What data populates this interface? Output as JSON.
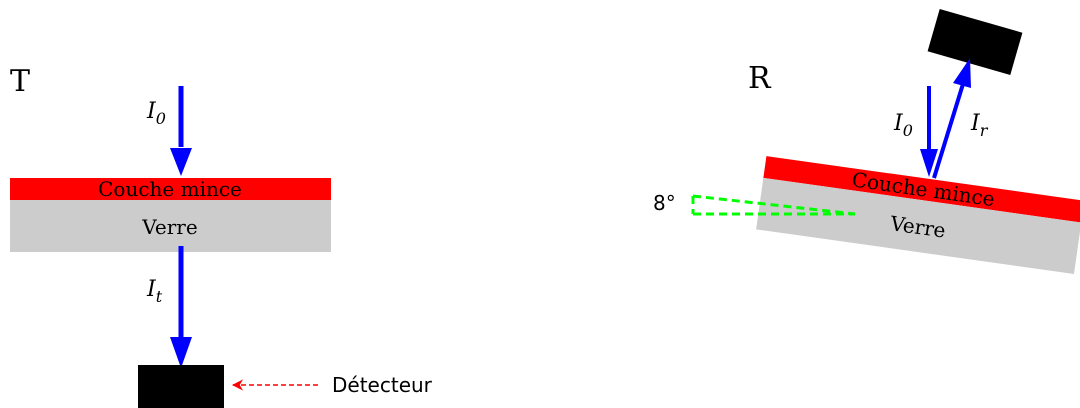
{
  "panel_t": {
    "label": "T",
    "incident_symbol": "I",
    "incident_subscript": "0",
    "transmitted_symbol": "I",
    "transmitted_subscript": "t",
    "film_label": "Couche mince",
    "glass_label": "Verre",
    "detector_label": "Détecteur"
  },
  "panel_r": {
    "label": "R",
    "incident_symbol": "I",
    "incident_subscript": "0",
    "reflected_symbol": "I",
    "reflected_subscript": "r",
    "film_label": "Couche mince",
    "glass_label": "Verre",
    "angle_label": "8°",
    "tilt_degrees": 8
  },
  "colors": {
    "film": "#ff0000",
    "glass": "#cccccc",
    "beam": "#0000ff",
    "detector": "#000000",
    "pointer": "#ff0000",
    "angle_guide": "#00ff00",
    "text": "#000000"
  },
  "icons": {
    "detector": "detector-box",
    "beam": "arrow",
    "pointer": "dashed-arrow",
    "angle": "dashed-angle-guide"
  }
}
